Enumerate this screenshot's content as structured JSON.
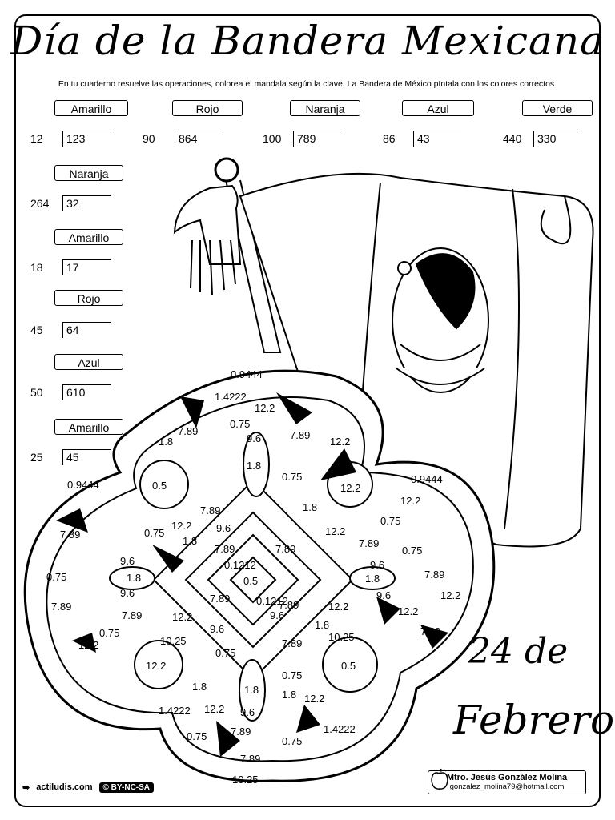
{
  "title": "Día de la Bandera Mexicana",
  "instructions": "En tu cuaderno resuelve las operaciones, colorea el mandala según la clave. La Bandera de México píntala con los colores correctos.",
  "top_row": [
    {
      "color": "Amarillo",
      "divisor": "12",
      "dividend": "123"
    },
    {
      "color": "Rojo",
      "divisor": "90",
      "dividend": "864"
    },
    {
      "color": "Naranja",
      "divisor": "100",
      "dividend": "789"
    },
    {
      "color": "Azul",
      "divisor": "86",
      "dividend": "43"
    },
    {
      "color": "Verde",
      "divisor": "440",
      "dividend": "330"
    }
  ],
  "left_column": [
    {
      "color": "Naranja",
      "divisor": "264",
      "dividend": "32"
    },
    {
      "color": "Amarillo",
      "divisor": "18",
      "dividend": "17"
    },
    {
      "color": "Rojo",
      "divisor": "45",
      "dividend": "64"
    },
    {
      "color": "Azul",
      "divisor": "50",
      "dividend": "610"
    },
    {
      "color": "Amarillo",
      "divisor": "25",
      "dividend": "45"
    }
  ],
  "mandala_values": [
    "0.9444",
    "1.4222",
    "12.2",
    "0.75",
    "7.89",
    "1.8",
    "9.6",
    "0.5",
    "0.1212",
    "10.25"
  ],
  "date_line1": "24 de",
  "date_line2": "Febrero",
  "footer": {
    "site": "actiludis.com",
    "license": "BY-NC-SA",
    "author": "Mtro. Jesús González Molina",
    "email": "gonzalez_molina79@hotmail.com"
  }
}
